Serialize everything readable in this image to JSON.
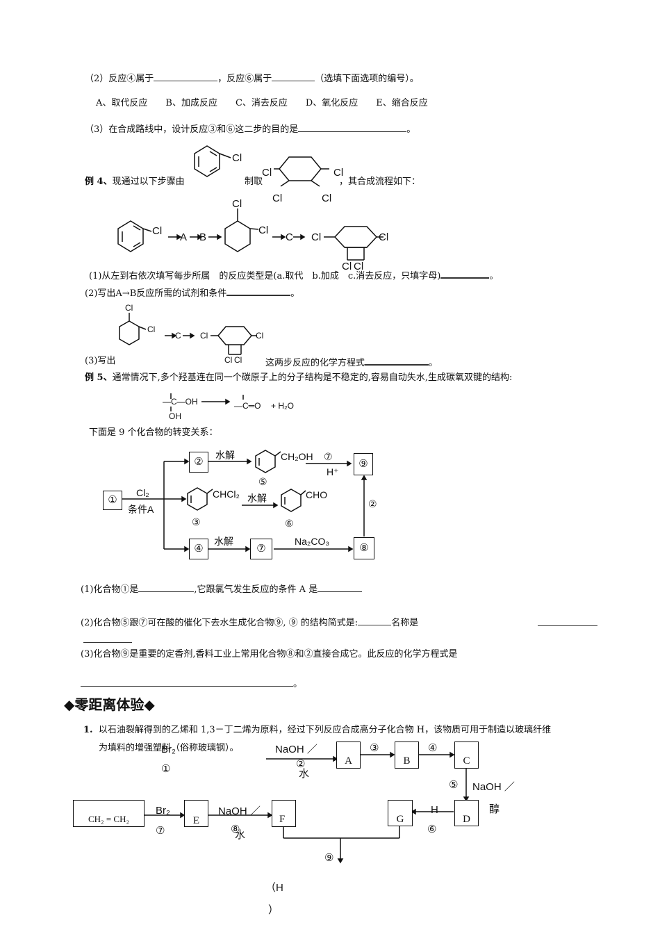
{
  "q2": {
    "line": "（2）反应④属于",
    "mid": "，反应⑥属于",
    "tail": "（选填下面选项的编号）。",
    "options": "A、取代反应　　B、加成反应　　C、消去反应　　D、氧化反应　　E、缩合反应"
  },
  "q3": {
    "line": "（3）在合成路线中，设计反应③和⑥这二步的目的是",
    "tail": "。"
  },
  "ex4": {
    "label": "例 4、",
    "text1": "现通过以下步骤由",
    "text2": "制取",
    "text3": "，其合成流程如下：",
    "cl": "Cl",
    "flow_A": "A",
    "flow_B": "B",
    "flow_C": "C",
    "sub1": "(1)从左到右依次填写每步所属　的反应类型是(a.取代　b.加成　c.消去反应，只填字母)",
    "sub1_end": "。",
    "sub2": "(2)写出A→B反应所需的试剂和条件",
    "sub2_end": "。",
    "sub3a": "(3)写出",
    "sub3b": "这两步反应的化学方程式",
    "sub3_end": "。"
  },
  "ex5": {
    "label": "例 5、",
    "text": "通常情况下,多个羟基连在同一个碳原子上的分子结构是不稳定的,容易自动失水,生成碳氧双键的结构:",
    "eq_left_c": "—C—OH",
    "eq_left_oh": "OH",
    "eq_right": "—C═O",
    "eq_water": "+ H₂O",
    "intro": "下面是 9 个化合物的转变关系：",
    "n1": "①",
    "n2": "②",
    "n3": "③",
    "n4": "④",
    "n5": "⑤",
    "n6": "⑥",
    "n7": "⑦",
    "n8": "⑧",
    "n9": "⑨",
    "cl2": "Cl₂",
    "condA": "条件A",
    "hydro": "水解",
    "ch2oh": "CH₂OH",
    "chcl2": "CHCl₂",
    "cho": "CHO",
    "hplus": "H⁺",
    "na2co3": "Na₂CO₃",
    "sub1": "(1)化合物①是",
    "sub1b": ",它跟氯气发生反应的条件 A 是",
    "sub2": "(2)化合物⑤跟⑦可在酸的催化下去水生成化合物⑨, ⑨ 的结构简式是:",
    "sub2b": "名称是",
    "sub3": "(3)化合物⑨是重要的定香剂,香料工业上常用化合物⑧和②直接合成它。此反应的化学方程式是",
    "sub3_end": "。"
  },
  "section": {
    "title": "◆零距离体验◆"
  },
  "p1": {
    "num": "1.",
    "line1": "以石油裂解得到的乙烯和 1,3－丁二烯为原料，经过下列反应合成高分子化合物 H，该物质可用于制造以玻璃纤维",
    "line2": "为填料的增强塑料（俗称玻璃钢）。",
    "br2_top": "Br₂",
    "c1": "①",
    "naoh": "NaOH ／",
    "c2": "②",
    "water": "水",
    "A": "A",
    "B": "B",
    "C": "C",
    "D": "D",
    "E": "E",
    "F": "F",
    "G": "G",
    "c3": "③",
    "c4": "④",
    "c5": "⑤",
    "c6": "⑥",
    "c7": "⑦",
    "c8": "⑧",
    "c9": "⑨",
    "naoh2": "NaOH ／",
    "alcohol": "醇",
    "h": "H",
    "ethylene": "CH₂ = CH₂",
    "br2": "Br₂",
    "naoh3": "NaOH ／",
    "water2": "水",
    "H_open": "（H",
    "H_close": "）"
  }
}
